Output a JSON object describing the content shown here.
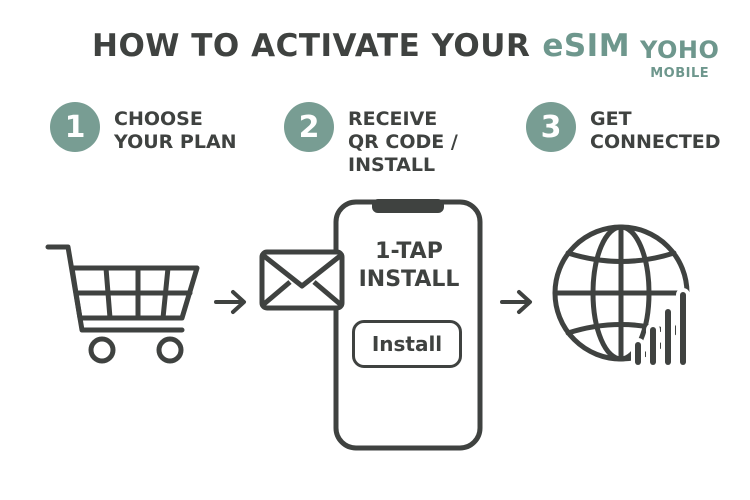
{
  "title": {
    "main": "HOW TO ACTIVATE YOUR",
    "accent": "eSIM"
  },
  "brand": {
    "line1": "YOHO",
    "line2": "MOBILE"
  },
  "steps": [
    {
      "number": "1",
      "label": "CHOOSE\nYOUR PLAN"
    },
    {
      "number": "2",
      "label": "RECEIVE\nQR CODE /\nINSTALL"
    },
    {
      "number": "3",
      "label": "GET\nCONNECTED"
    }
  ],
  "phone": {
    "caption": "1-TAP\nINSTALL",
    "button_label": "Install"
  },
  "icons": [
    "shopping-cart-icon",
    "arrow-right-icon",
    "envelope-icon",
    "smartphone-icon",
    "arrow-right-icon",
    "globe-icon",
    "signal-bars-icon"
  ],
  "colors": {
    "accent": "#789d93",
    "text": "#3f4240"
  }
}
